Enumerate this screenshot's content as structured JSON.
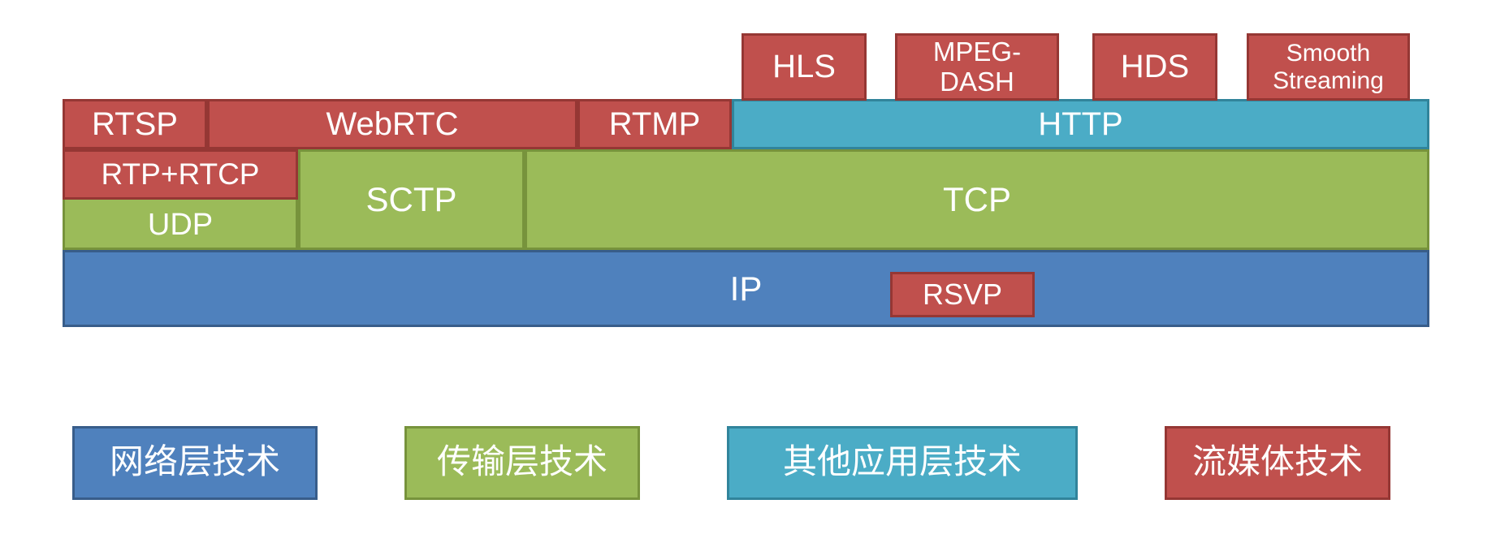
{
  "colors": {
    "streaming_red": "#C0504D",
    "streaming_red_border": "#953734",
    "transport_green": "#9BBB59",
    "transport_green_border": "#77933C",
    "app_teal": "#4BACC6",
    "app_teal_border": "#31849B",
    "network_blue": "#4F81BD",
    "network_blue_border": "#385D8A"
  },
  "stack": {
    "streaming_overlays": [
      {
        "label": "HLS"
      },
      {
        "label": "MPEG-\nDASH"
      },
      {
        "label": "HDS"
      },
      {
        "label": "Smooth\nStreaming"
      }
    ],
    "application_row": {
      "rtsp": "RTSP",
      "webrtc": "WebRTC",
      "rtmp": "RTMP",
      "http": "HTTP"
    },
    "transport_row": {
      "rtp_rtcp": "RTP+RTCP",
      "udp": "UDP",
      "sctp": "SCTP",
      "tcp": "TCP"
    },
    "network_row": {
      "ip": "IP",
      "rsvp": "RSVP"
    }
  },
  "legend": {
    "network_layer": "网络层技术",
    "transport_layer": "传输层技术",
    "other_application_layer": "其他应用层技术",
    "streaming_media": "流媒体技术"
  }
}
